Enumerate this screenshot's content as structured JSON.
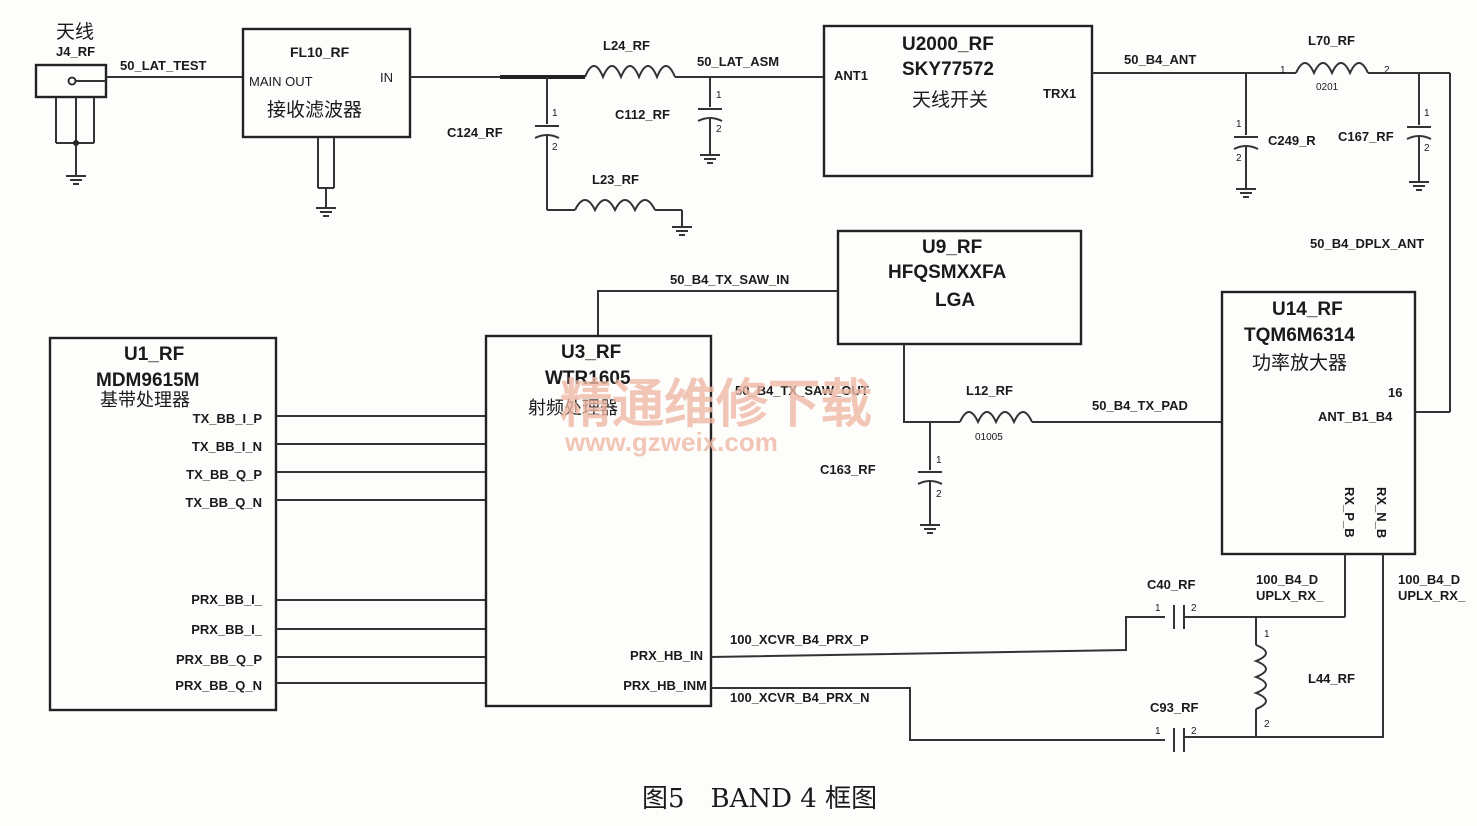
{
  "antenna": {
    "title": "天线",
    "ref": "J4_RF"
  },
  "filter": {
    "ref": "FL10_RF",
    "pin_main": "MAIN OUT",
    "pin_in": "IN",
    "name": "接收滤波器"
  },
  "nets": {
    "lat_test": "50_LAT_TEST",
    "lat_asm": "50_LAT_ASM",
    "b4_ant": "50_B4_ANT",
    "b4_dplx_ant": "50_B4_DPLX_ANT",
    "b4_tx_saw_in": "50_B4_TX_SAW_IN",
    "b4_tx_saw_out": "50_B4_TX_SAW_OUT",
    "b4_tx_pad": "50_B4_TX_PAD",
    "xcvr_prx_p": "100_XCVR_B4_PRX_P",
    "xcvr_prx_n": "100_XCVR_B4_PRX_N",
    "duplx_rx_1": "100_B4_D",
    "duplx_rx_2": "UPLX_RX_",
    "duplx_rx_3": "100_B4_D",
    "duplx_rx_4": "UPLX_RX_"
  },
  "components": {
    "c124": "C124_RF",
    "l24": "L24_RF",
    "c112": "C112_RF",
    "l23": "L23_RF",
    "l70": "L70_RF",
    "l70_pkg": "0201",
    "c249": "C249_R",
    "c167": "C167_RF",
    "l12": "L12_RF",
    "l12_pkg": "01005",
    "c163": "C163_RF",
    "c40": "C40_RF",
    "c93": "C93_RF",
    "l44": "L44_RF"
  },
  "pins": {
    "p1": "1",
    "p2": "2"
  },
  "u2000": {
    "ref": "U2000_RF",
    "part": "SKY77572",
    "name": "天线开关",
    "pin_ant": "ANT1",
    "pin_trx": "TRX1"
  },
  "u9": {
    "ref": "U9_RF",
    "part": "HFQSMXXFA",
    "pkg": "LGA"
  },
  "u14": {
    "ref": "U14_RF",
    "part": "TQM6M6314",
    "name": "功率放大器",
    "pin_num": "16",
    "pin_ant": "ANT_B1_B4",
    "pin_rxp": "RX_P_B",
    "pin_rxn": "RX_N_B"
  },
  "u1": {
    "ref": "U1_RF",
    "part": "MDM9615M",
    "name": "基带处理器",
    "pins": [
      "TX_BB_I_P",
      "TX_BB_I_N",
      "TX_BB_Q_P",
      "TX_BB_Q_N",
      "PRX_BB_I_",
      "PRX_BB_I_",
      "PRX_BB_Q_P",
      "PRX_BB_Q_N"
    ]
  },
  "u3": {
    "ref": "U3_RF",
    "part": "WTR1605",
    "name": "射频处理器",
    "pin_hb_in": "PRX_HB_IN",
    "pin_hb_inm": "PRX_HB_INM"
  },
  "watermark": {
    "cn": "精通维修下载",
    "url": "www.gzweix.com"
  },
  "caption": "图5　BAND 4 框图"
}
